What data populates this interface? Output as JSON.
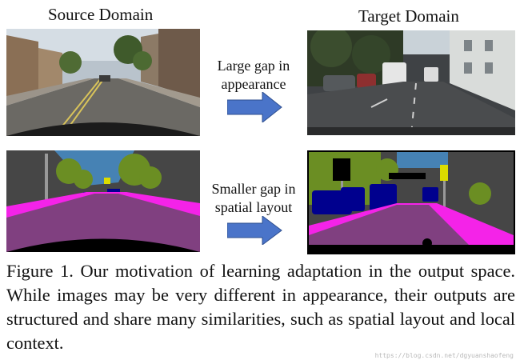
{
  "figure": {
    "source_title": "Source Domain",
    "target_title": "Target Domain",
    "top_gap_line1": "Large gap in",
    "top_gap_line2": "appearance",
    "bottom_gap_line1": "Smaller gap in",
    "bottom_gap_line2": "spatial layout",
    "arrow_color": "#4a74c9",
    "caption": "Figure 1. Our motivation of learning adaptation in the output space. While images may be very different in appearance, their outputs are structured and share many similarities, such as spatial layout and local context.",
    "watermark": "https://blog.csdn.net/dgyuanshaofeng"
  },
  "segmentation_colors": {
    "road": "#804080",
    "sidewalk": "#f423e8",
    "building": "#464646",
    "vegetation": "#6b8e23",
    "sky": "#4682b4",
    "car": "#00008e",
    "pole": "#999999",
    "traffic_sign": "#dcdc00"
  }
}
